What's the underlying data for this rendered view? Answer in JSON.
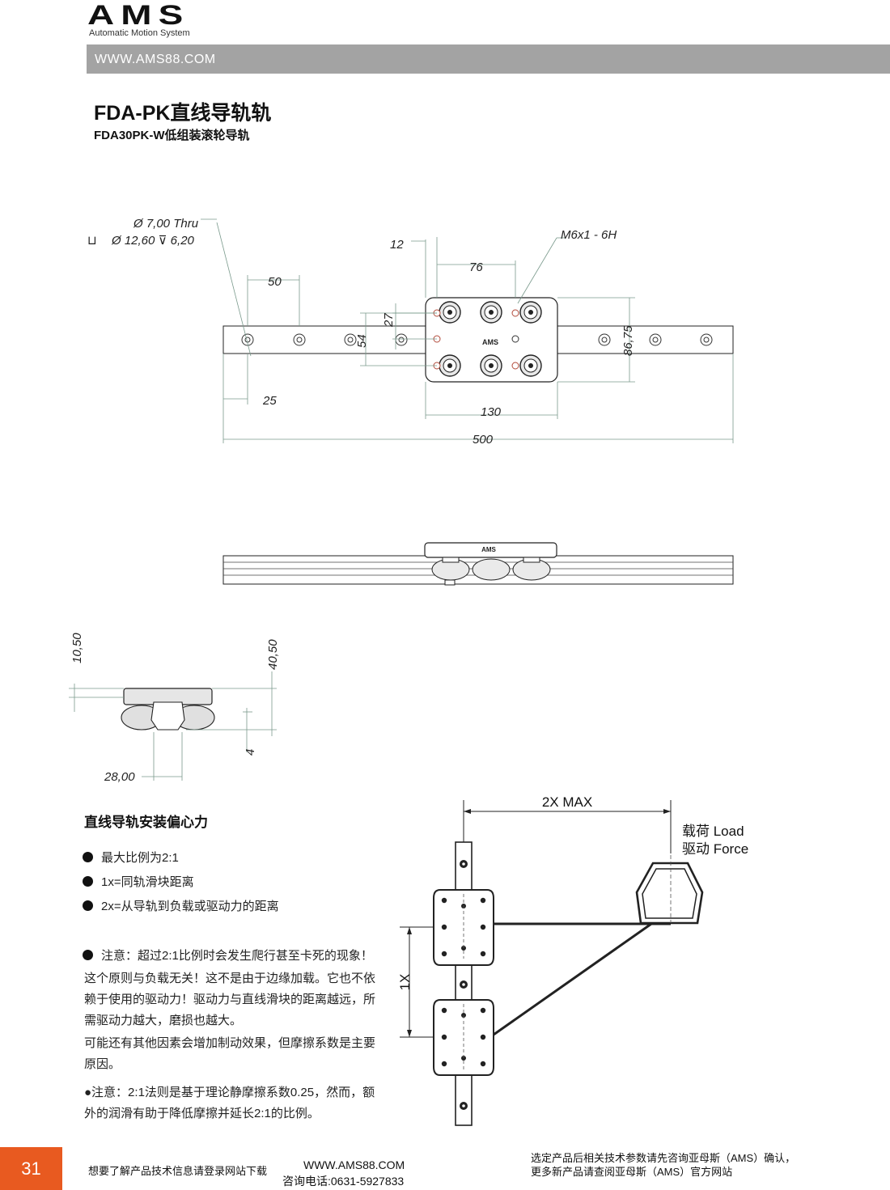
{
  "header": {
    "logo": "AMS",
    "logo_sub": "Automatic Motion System",
    "url": "WWW.AMS88.COM"
  },
  "title": "FDA-PK直线导轨轨",
  "subtitle": "FDA30PK-W低组装滚轮导轨",
  "top_view": {
    "hole_note_1": "Ø 7,00 Thru",
    "hole_note_2": "Ø 12,60 ⊽ 6,20",
    "thread_note": "M6x1 - 6H",
    "dims": {
      "d12": "12",
      "d76": "76",
      "d50": "50",
      "d27": "27",
      "d54": "54",
      "d86": "86,75",
      "d25": "25",
      "d130": "130",
      "d500": "500"
    },
    "carriage_label": "AMS"
  },
  "side_view": {
    "carriage_label": "AMS"
  },
  "end_view": {
    "dims": {
      "d1050": "10,50",
      "d4050": "40,50",
      "d4": "4",
      "d2800": "28,00"
    }
  },
  "eccentric": {
    "heading": "直线导轨安装偏心力",
    "bullets": [
      "最大比例为2:1",
      "1x=同轨滑块距离",
      "2x=从导轨到负载或驱动力的距离"
    ],
    "note1": "注意：超过2:1比例时会发生爬行甚至卡死的现象！",
    "para1": "这个原则与负载无关！这不是由于边缘加载。它也不依赖于使用的驱动力！驱动力与直线滑块的距离越远，所需驱动力越大，磨损也越大。",
    "para2": "可能还有其他因素会增加制动效果，但摩擦系数是主要原因。",
    "note2": "●注意：2:1法则是基于理论静摩擦系数0.25，然而，额外的润滑有助于降低摩擦并延长2:1的比例。",
    "diagram": {
      "label_2x": "2X MAX",
      "label_1x": "1X",
      "load_line1": "载荷 Load",
      "load_line2": "驱动 Force"
    }
  },
  "footer": {
    "page_number": "31",
    "left_text": "想要了解产品技术信息请登录网站下载",
    "url": "WWW.AMS88.COM",
    "phone": "咨询电话:0631-5927833",
    "right_line1": "选定产品后相关技术参数请先咨询亚母斯（AMS）确认，",
    "right_line2": "更多新产品请查阅亚母斯（AMS）官方网站"
  }
}
